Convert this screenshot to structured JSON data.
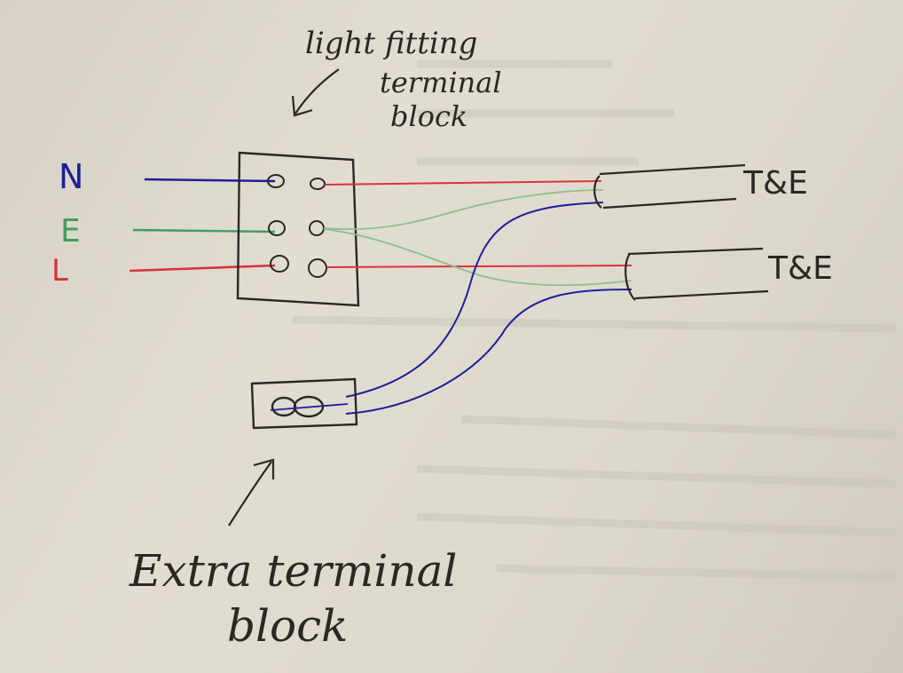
{
  "labels": {
    "light_fitting": [
      "light fitting",
      "terminal",
      "block"
    ],
    "extra_block": [
      "Extra terminal",
      "block"
    ],
    "cable_1": "T&E",
    "cable_2": "T&E",
    "neutral": "N",
    "earth": "E",
    "live": "L"
  },
  "colors": {
    "neutral": "#1d1f9a",
    "earth": "#3e9e5c",
    "live": "#d8343a",
    "earth_light": "#8bbf8e",
    "live_light": "#e06a6a",
    "ink": "#2a2724"
  }
}
